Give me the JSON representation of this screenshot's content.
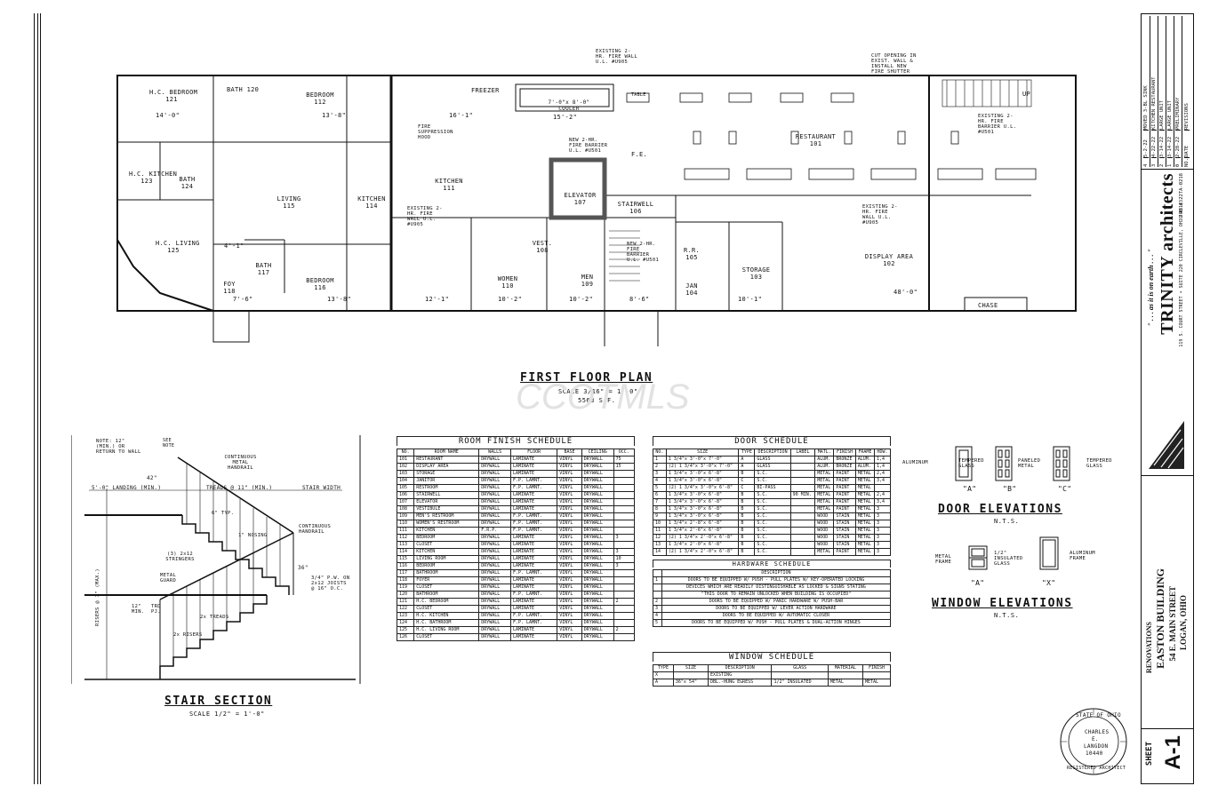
{
  "plan": {
    "title": "FIRST FLOOR PLAN",
    "scale": "SCALE 3/16\" = 1'-0\"",
    "area": "5563 S.F.",
    "watermark": "CCOTMLS",
    "rooms": {
      "hc_bedroom": "H.C. BEDROOM",
      "hc_bedroom_no": "121",
      "bath_120": "BATH",
      "bath_120_no": "120",
      "bedroom_112": "BEDROOM",
      "bedroom_112_no": "112",
      "living": "LIVING",
      "living_no": "115",
      "kitchen_114": "KITCHEN",
      "kitchen_114_no": "114",
      "hc_kitchen": "H.C. KITCHEN",
      "hc_kitchen_no": "123",
      "bath_124": "BATH",
      "bath_124_no": "124",
      "hc_living": "H.C. LIVING",
      "hc_living_no": "125",
      "foy": "FOY",
      "foy_no": "118",
      "bath_117": "BATH",
      "bath_117_no": "117",
      "bedroom_116": "BEDROOM",
      "bedroom_116_no": "116",
      "kitchen_111": "KITCHEN",
      "kitchen_111_no": "111",
      "elevator": "ELEVATOR",
      "elevator_no": "107",
      "stairwell": "STAIRWELL",
      "stairwell_no": "106",
      "vest": "VEST.",
      "vest_no": "108",
      "women": "WOMEN",
      "women_no": "110",
      "men": "MEN",
      "men_no": "109",
      "rr": "R.R.",
      "rr_no": "105",
      "jan": "JAN",
      "jan_no": "104",
      "storage": "STORAGE",
      "storage_no": "103",
      "display": "DISPLAY AREA",
      "display_no": "102",
      "restaurant": "RESTAURANT",
      "restaurant_no": "101",
      "freezer": "FREEZER",
      "cooler": "7'-0\"x 8'-0\" COOLER",
      "chase": "CHASE"
    },
    "notes": {
      "n1": "EXISTING 2-HR. FIRE WALL U.L. #U905",
      "n2": "CUT OPENING IN EXIST. WALL & INSTALL NEW FIRE SHUTTER",
      "n3": "NEW 2-HR. FIRE BARRIER U.L. #U501",
      "n4": "EXISTING 2-HR. FIRE BARRIER U.L. #U501",
      "n5": "EXISTING 2-HR. FIRE WALL U.L. #U905",
      "n6": "NEW 2-HR. FIRE BARRIER U.L. #U501",
      "n7": "FIRE SUPPRESSION HOOD",
      "n8": "EXISTING 2-HR. FIRE WALL U.L. #U905",
      "fe": "F.E.",
      "table": "TABLE",
      "up": "UP"
    },
    "dims": {
      "d1": "14'-0\"",
      "d2": "13'-8\"",
      "d3": "16'-1\"",
      "d4": "15'-2\"",
      "d5": "12'-1\"",
      "d6": "10'-2\"",
      "d7": "10'-2\"",
      "d8": "8'-6\"",
      "d9": "10'-1\"",
      "d10": "48'-0\"",
      "d11": "7'-6\"",
      "d12": "13'-8\"",
      "d13": "4'-1\""
    }
  },
  "stair": {
    "title": "STAIR SECTION",
    "scale": "SCALE 1/2\" = 1'-0\"",
    "labels": {
      "note": "NOTE: 12\" (MIN.) OR RETURN TO WALL",
      "see_note": "SEE NOTE",
      "handrail": "CONTINUOUS METAL HANDRAIL",
      "landing": "5'-0\" LANDING (MIN.)",
      "treads": "TREADS @ 11\" (MIN.)",
      "stair_width": "STAIR WIDTH",
      "typ": "6\" TYP.",
      "nosing": "1\" NOSING",
      "stringers": "(3) 2x12 STRINGERS",
      "cont_handrail": "CONTINUOUS HANDRAIL",
      "metal_guard": "METAL GUARD",
      "plywood": "3/4\" P.W. ON 2x12 JOISTS @ 16\" O.C.",
      "risers": "RISERS @ 7\" (MAX.)",
      "min": "12\" MIN.",
      "trd": "TRD PJ.",
      "two_treads": "2x TREADS",
      "two_risers": "2x RISERS",
      "h42": "42\"",
      "h36": "36\""
    }
  },
  "room_schedule": {
    "title": "ROOM FINISH SCHEDULE",
    "headers": [
      "NO.",
      "ROOM NAME",
      "WALLS",
      "FLOOR",
      "BASE",
      "CEILING",
      "OCC."
    ],
    "rows": [
      [
        "101",
        "RESTAURANT",
        "DRYWALL",
        "LAMINATE",
        "VINYL",
        "DRYWALL",
        "75"
      ],
      [
        "102",
        "DISPLAY AREA",
        "DRYWALL",
        "LAMINATE",
        "VINYL",
        "DRYWALL",
        "15"
      ],
      [
        "103",
        "STORAGE",
        "DRYWALL",
        "LAMINATE",
        "VINYL",
        "DRYWALL",
        ""
      ],
      [
        "104",
        "JANITOR",
        "DRYWALL",
        "F.P. LAMNT.",
        "VINYL",
        "DRYWALL",
        ""
      ],
      [
        "105",
        "RESTROOM",
        "DRYWALL",
        "F.P. LAMNT.",
        "VINYL",
        "DRYWALL",
        ""
      ],
      [
        "106",
        "STAIRWELL",
        "DRYWALL",
        "LAMINATE",
        "VINYL",
        "DRYWALL",
        ""
      ],
      [
        "107",
        "ELEVATOR",
        "DRYWALL",
        "LAMINATE",
        "VINYL",
        "DRYWALL",
        ""
      ],
      [
        "108",
        "VESTIBULE",
        "DRYWALL",
        "LAMINATE",
        "VINYL",
        "DRYWALL",
        ""
      ],
      [
        "109",
        "MEN'S RESTROOM",
        "DRYWALL",
        "F.P. LAMNT.",
        "VINYL",
        "DRYWALL",
        ""
      ],
      [
        "110",
        "WOMEN'S RESTROOM",
        "DRYWALL",
        "F.P. LAMNT.",
        "VINYL",
        "DRYWALL",
        ""
      ],
      [
        "111",
        "KITCHEN",
        "F.R.P.",
        "F.P. LAMNT.",
        "VINYL",
        "DRYWALL",
        ""
      ],
      [
        "112",
        "BEDROOM",
        "DRYWALL",
        "LAMINATE",
        "VINYL",
        "DRYWALL",
        "3"
      ],
      [
        "113",
        "CLOSET",
        "DRYWALL",
        "LAMINATE",
        "VINYL",
        "DRYWALL",
        ""
      ],
      [
        "114",
        "KITCHEN",
        "DRYWALL",
        "LAMINATE",
        "VINYL",
        "DRYWALL",
        "3"
      ],
      [
        "115",
        "LIVING ROOM",
        "DRYWALL",
        "LAMINATE",
        "VINYL",
        "DRYWALL",
        "10"
      ],
      [
        "116",
        "BEDROOM",
        "DRYWALL",
        "LAMINATE",
        "VINYL",
        "DRYWALL",
        "3"
      ],
      [
        "117",
        "BATHROOM",
        "DRYWALL",
        "F.P. LAMNT.",
        "VINYL",
        "DRYWALL",
        ""
      ],
      [
        "118",
        "FOYER",
        "DRYWALL",
        "LAMINATE",
        "VINYL",
        "DRYWALL",
        ""
      ],
      [
        "119",
        "CLOSET",
        "DRYWALL",
        "LAMINATE",
        "VINYL",
        "DRYWALL",
        ""
      ],
      [
        "120",
        "BATHROOM",
        "DRYWALL",
        "F.P. LAMNT.",
        "VINYL",
        "DRYWALL",
        ""
      ],
      [
        "121",
        "H.C. BEDROOM",
        "DRYWALL",
        "LAMINATE",
        "VINYL",
        "DRYWALL",
        "2"
      ],
      [
        "122",
        "CLOSET",
        "DRYWALL",
        "LAMINATE",
        "VINYL",
        "DRYWALL",
        ""
      ],
      [
        "123",
        "H.C. KITCHEN",
        "DRYWALL",
        "F.P. LAMNT.",
        "VINYL",
        "DRYWALL",
        ""
      ],
      [
        "124",
        "H.C. BATHROOM",
        "DRYWALL",
        "F.P. LAMNT.",
        "VINYL",
        "DRYWALL",
        ""
      ],
      [
        "125",
        "H.C. LIVING ROOM",
        "DRYWALL",
        "LAMINATE",
        "VINYL",
        "DRYWALL",
        "2"
      ],
      [
        "126",
        "CLOSET",
        "DRYWALL",
        "LAMINATE",
        "VINYL",
        "DRYWALL",
        ""
      ]
    ]
  },
  "door_schedule": {
    "title": "DOOR SCHEDULE",
    "headers": [
      "NO.",
      "SIZE",
      "TYPE",
      "DESCRIPTION",
      "LABEL",
      "MATL.",
      "FINISH",
      "FRAME",
      "HDW."
    ],
    "rows": [
      [
        "1",
        "1 3/4\"x 3'-0\"x 7'-0\"",
        "A",
        "GLASS",
        "",
        "ALUM.",
        "BRONZE",
        "ALUM.",
        "1,4"
      ],
      [
        "2",
        "(2) 1 3/4\"x 3'-0\"x 7'-0\"",
        "A",
        "GLASS",
        "",
        "ALUM.",
        "BRONZE",
        "ALUM.",
        "1,4"
      ],
      [
        "3",
        "1 3/4\"x 3'-0\"x 6'-8\"",
        "B",
        "S.C.",
        "",
        "METAL",
        "PAINT",
        "METAL",
        "2,4"
      ],
      [
        "4",
        "1 3/4\"x 3'-0\"x 6'-8\"",
        "C",
        "S.C.",
        "",
        "METAL",
        "PAINT",
        "METAL",
        "3,4"
      ],
      [
        "5",
        "(2) 1 3/4\"x 3'-0\"x 6'-8\"",
        "C",
        "BI-PASS",
        "",
        "METAL",
        "PAINT",
        "METAL",
        ""
      ],
      [
        "6",
        "1 3/4\"x 3'-0\"x 6'-8\"",
        "B",
        "S.C.",
        "90 MIN.",
        "METAL",
        "PAINT",
        "METAL",
        "2,4"
      ],
      [
        "7",
        "1 3/4\"x 3'-0\"x 6'-8\"",
        "B",
        "S.C.",
        "",
        "METAL",
        "PAINT",
        "METAL",
        "3,4"
      ],
      [
        "8",
        "1 3/4\"x 3'-0\"x 6'-8\"",
        "B",
        "S.C.",
        "",
        "METAL",
        "PAINT",
        "METAL",
        "3"
      ],
      [
        "9",
        "1 3/4\"x 3'-0\"x 6'-8\"",
        "B",
        "S.C.",
        "",
        "WOOD",
        "STAIN",
        "METAL",
        "3"
      ],
      [
        "10",
        "1 3/4\"x 2'-8\"x 6'-8\"",
        "B",
        "S.C.",
        "",
        "WOOD",
        "STAIN",
        "METAL",
        "3"
      ],
      [
        "11",
        "1 3/4\"x 2'-6\"x 6'-8\"",
        "B",
        "S.C.",
        "",
        "WOOD",
        "STAIN",
        "METAL",
        "3"
      ],
      [
        "12",
        "(2) 1 3/4\"x 2'-0\"x 6'-8\"",
        "B",
        "S.C.",
        "",
        "WOOD",
        "STAIN",
        "METAL",
        "3"
      ],
      [
        "13",
        "1 3/4\"x 2'-0\"x 6'-8\"",
        "B",
        "S.C.",
        "",
        "WOOD",
        "STAIN",
        "METAL",
        "3"
      ],
      [
        "14",
        "(2) 1 3/4\"x 2'-0\"x 6'-8\"",
        "B",
        "S.C.",
        "",
        "METAL",
        "PAINT",
        "METAL",
        "3"
      ]
    ]
  },
  "hardware_schedule": {
    "title": "HARDWARE SCHEDULE",
    "headers": [
      "",
      "DESCRIPTION"
    ],
    "rows": [
      [
        "1",
        "DOORS TO BE EQUIPPED W/ PUSH - PULL PLATES W/ KEY-OPERATED LOCKING"
      ],
      [
        "",
        "DEVICES WHICH ARE READILY DISTINGUISHABLE AS LOCKED & SIGNS STATING"
      ],
      [
        "",
        "\"THIS DOOR TO REMAIN UNLOCKED WHEN BUILDING IS OCCUPIED\""
      ],
      [
        "2",
        "DOORS TO BE EQUIPPED W/ PANIC HARDWARE W/ PUSH-BAR"
      ],
      [
        "3",
        "DOORS TO BE EQUIPPED W/ LEVER ACTION HARDWARE"
      ],
      [
        "4",
        "DOORS TO BE EQUIPPED W/ AUTOMATIC CLOSER"
      ],
      [
        "5",
        "DOORS TO BE EQUIPPED W/ PUSH - PULL PLATES & DUAL-ACTION HINGES"
      ]
    ]
  },
  "window_schedule": {
    "title": "WINDOW SCHEDULE",
    "headers": [
      "TYPE",
      "SIZE",
      "DESCRIPTION",
      "GLASS",
      "MATERIAL",
      "FINISH"
    ],
    "rows": [
      [
        "X",
        "",
        "EXISTING",
        "",
        "",
        ""
      ],
      [
        "A",
        "36\"x 54\"",
        "DBL.-HUNG EGRESS",
        "1/2\" INSULATED",
        "METAL",
        "METAL"
      ]
    ]
  },
  "door_elevations": {
    "title": "DOOR ELEVATIONS",
    "nts": "N.T.S.",
    "aluminum": "ALUMINUM",
    "tempered": "TEMPERED GLASS",
    "paneled": "PANELED METAL",
    "tempered2": "TEMPERED GLASS",
    "a": "\"A\"",
    "b": "\"B\"",
    "c": "\"C\""
  },
  "window_elevations": {
    "title": "WINDOW ELEVATIONS",
    "nts": "N.T.S.",
    "metal_frame": "METAL FRAME",
    "insulated": "1/2\" INSULATED GLASS",
    "aluminum_frame": "ALUMINUM FRAME",
    "a": "\"A\"",
    "x": "\"X\""
  },
  "title_block": {
    "revisions_header": [
      "NO.",
      "DATE",
      "REVISIONS"
    ],
    "revisions": [
      [
        "4",
        "5-2-22",
        "MOVED 3-BL SINK"
      ],
      [
        "3",
        "4-22-22",
        "KITCHEN RESTAURANT"
      ],
      [
        "2",
        "3-14-22",
        "LARGE UNIT"
      ],
      [
        "1",
        "3-14-22",
        "LARGE UNIT"
      ],
      [
        "0",
        "2-28-22",
        "PRELIMINARY"
      ]
    ],
    "tagline": "\" . . . as it is on earth . . . \"",
    "firm": "TRINITY architects",
    "address": "119 S. COURT STREET • SUITE 220  CIRCLEVILLE, OHIO 43113",
    "job": "JOB # 22TA-0218",
    "project_type": "RENOVATIONS",
    "project_name": "EASTON BUILDING",
    "street": "54 E. MAIN STREET",
    "city": "LOGAN, OHIO",
    "sheet_label": "SHEET",
    "sheet_no": "A-1",
    "seal": {
      "top": "STATE OF OHIO",
      "name1": "CHARLES",
      "name2": "E.",
      "name3": "LANGDON",
      "number": "10440",
      "bottom": "REGISTERED ARCHITECT"
    }
  },
  "colors": {
    "ink": "#111111",
    "paper": "#ffffff",
    "hatch": "#555555"
  }
}
